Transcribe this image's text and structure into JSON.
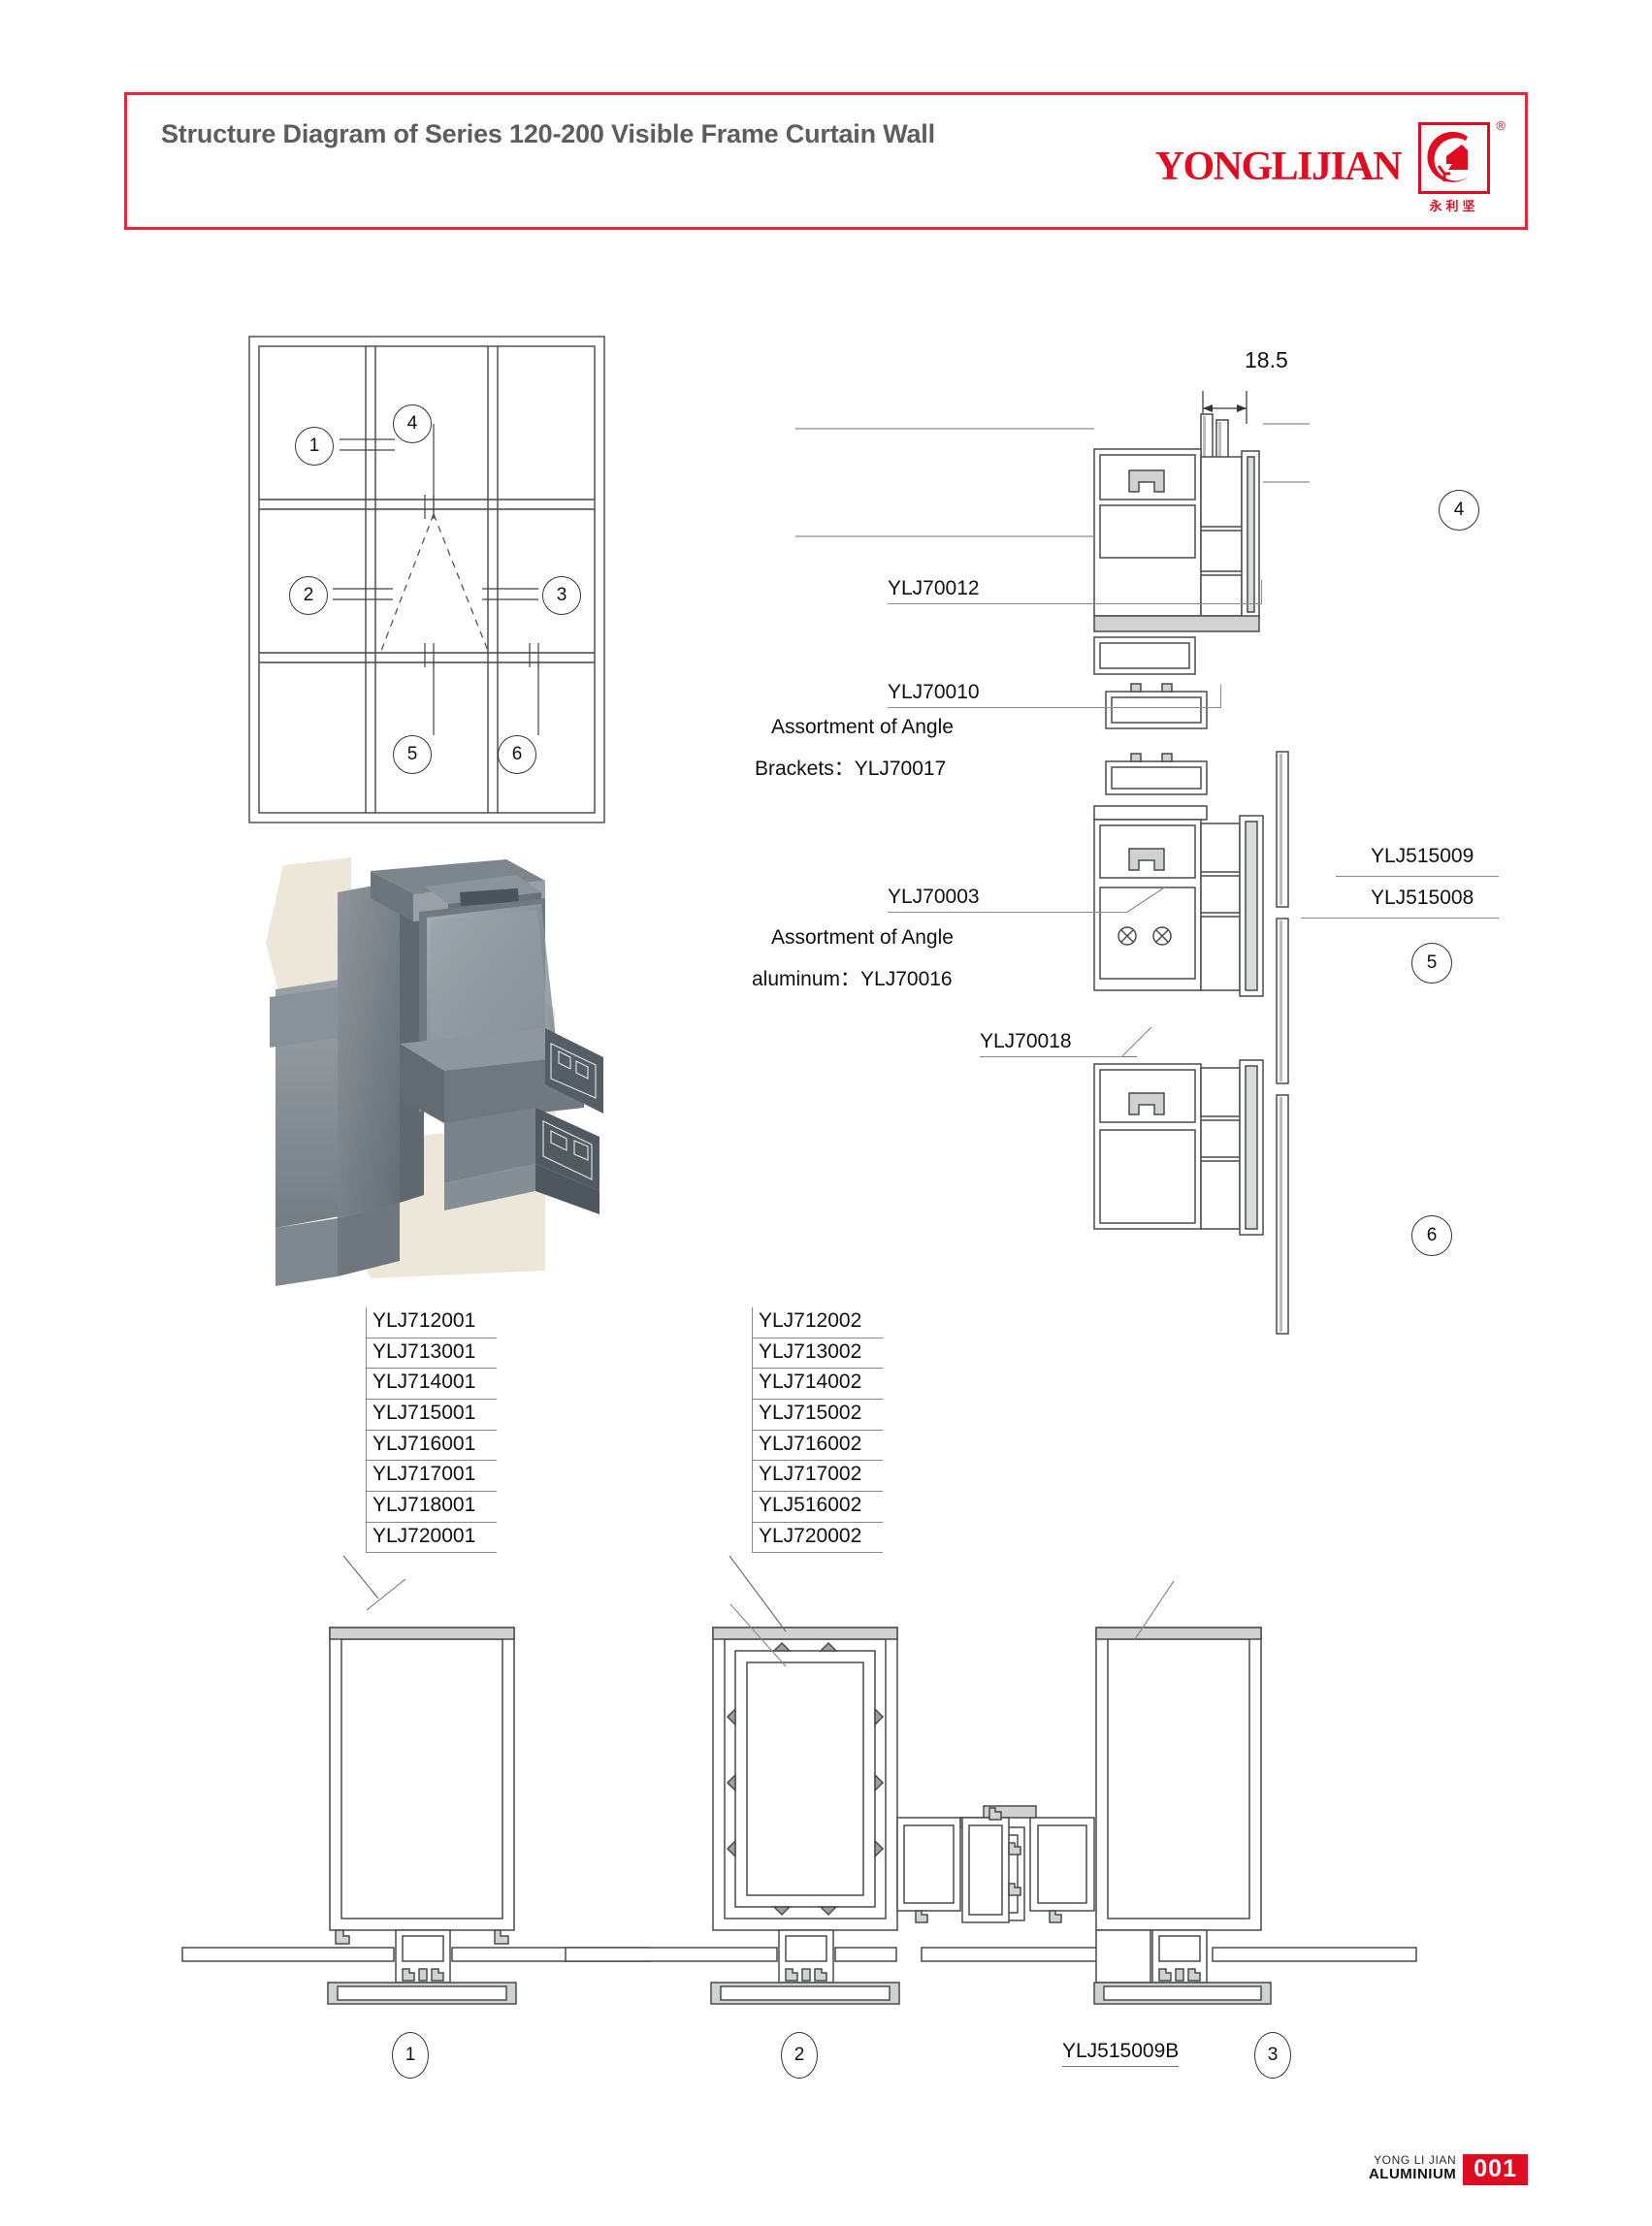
{
  "header": {
    "title": "Structure Diagram of Series 120-200 Visible Frame Curtain Wall",
    "brand_word": "YONGLIJIAN",
    "brand_cn": "永利坚",
    "registered_mark": "®",
    "border_color": "#e8263c",
    "brand_color": "#e00d22"
  },
  "elevation": {
    "callouts": [
      "1",
      "2",
      "3",
      "4",
      "5",
      "6"
    ]
  },
  "dimensions": {
    "top_width": "18.5"
  },
  "section_labels": {
    "ylj70012": "YLJ70012",
    "ylj70010": "YLJ70010",
    "angle_brackets_line1": "Assortment of Angle",
    "angle_brackets_line2": "Brackets：YLJ70017",
    "ylj70003": "YLJ70003",
    "angle_alu_line1": "Assortment of Angle",
    "angle_alu_line2": "aluminum：YLJ70016",
    "ylj70018": "YLJ70018",
    "ylj515009": "YLJ515009",
    "ylj515008": "YLJ515008",
    "ylj515009b": "YLJ515009B"
  },
  "section_callouts": {
    "four": "4",
    "five": "5",
    "six": "6"
  },
  "code_list_left": [
    "YLJ712001",
    "YLJ713001",
    "YLJ714001",
    "YLJ715001",
    "YLJ716001",
    "YLJ717001",
    "YLJ718001",
    "YLJ720001"
  ],
  "code_list_right": [
    "YLJ712002",
    "YLJ713002",
    "YLJ714002",
    "YLJ715002",
    "YLJ716002",
    "YLJ717002",
    "YLJ516002",
    "YLJ720002"
  ],
  "bottom_callouts": [
    "1",
    "2",
    "3"
  ],
  "footer": {
    "line1": "YONG LI JIAN",
    "line2": "ALUMINIUM",
    "page": "001",
    "accent": "#e00d22"
  }
}
